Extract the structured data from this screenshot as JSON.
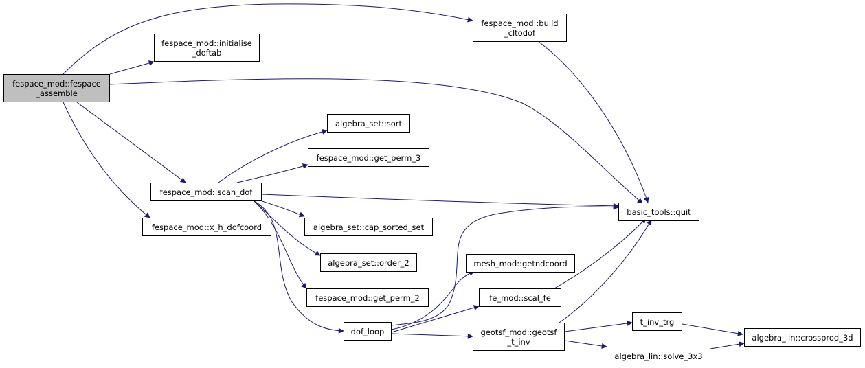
{
  "colors": {
    "edge": "#191970",
    "root_fill": "#bfbfbf",
    "node_fill": "#ffffff",
    "border": "#000000"
  },
  "nodes": {
    "fespace_assemble": {
      "lines": [
        "fespace_mod::fespace",
        "_assemble"
      ]
    },
    "initialise_doftab": {
      "lines": [
        "fespace_mod::initialise",
        "_doftab"
      ]
    },
    "build_cltodof": {
      "lines": [
        "fespace_mod::build",
        "_cltodof"
      ]
    },
    "scan_dof": {
      "lines": [
        "fespace_mod::scan_dof"
      ]
    },
    "x_h_dofcoord": {
      "lines": [
        "fespace_mod::x_h_dofcoord"
      ]
    },
    "sort": {
      "lines": [
        "algebra_set::sort"
      ]
    },
    "get_perm_3": {
      "lines": [
        "fespace_mod::get_perm_3"
      ]
    },
    "cap_sorted_set": {
      "lines": [
        "algebra_set::cap_sorted_set"
      ]
    },
    "order_2": {
      "lines": [
        "algebra_set::order_2"
      ]
    },
    "get_perm_2": {
      "lines": [
        "fespace_mod::get_perm_2"
      ]
    },
    "dof_loop": {
      "lines": [
        "dof_loop"
      ]
    },
    "quit": {
      "lines": [
        "basic_tools::quit"
      ]
    },
    "getndcoord": {
      "lines": [
        "mesh_mod::getndcoord"
      ]
    },
    "scal_fe": {
      "lines": [
        "fe_mod::scal_fe"
      ]
    },
    "geotsf_t_inv": {
      "lines": [
        "geotsf_mod::geotsf",
        "_t_inv"
      ]
    },
    "t_inv_trg": {
      "lines": [
        "t_inv_trg"
      ]
    },
    "solve_3x3": {
      "lines": [
        "algebra_lin::solve_3x3"
      ]
    },
    "crossprod_3d": {
      "lines": [
        "algebra_lin::crossprod_3d"
      ]
    }
  }
}
